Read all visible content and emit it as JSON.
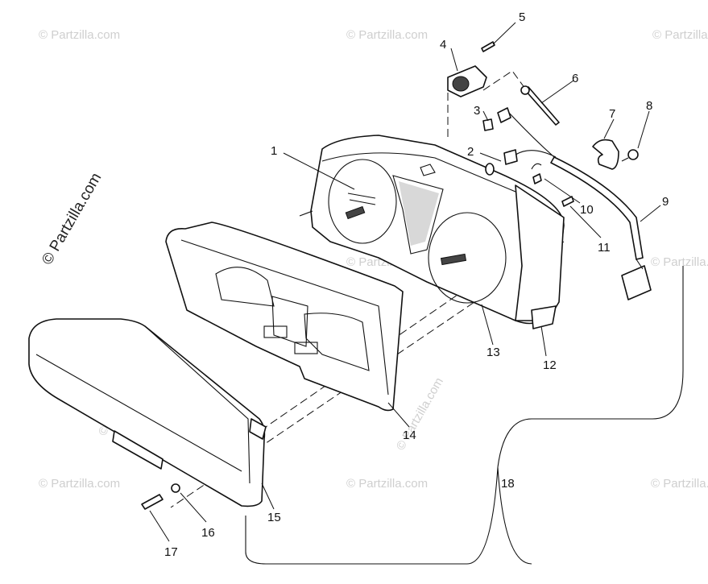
{
  "watermark": {
    "text": "© Partzilla.com",
    "vertical_text": "© Partzilla.com"
  },
  "callouts": [
    {
      "id": "1",
      "label": "1"
    },
    {
      "id": "2",
      "label": "2"
    },
    {
      "id": "3",
      "label": "3"
    },
    {
      "id": "4",
      "label": "4"
    },
    {
      "id": "5",
      "label": "5"
    },
    {
      "id": "6",
      "label": "6"
    },
    {
      "id": "7",
      "label": "7"
    },
    {
      "id": "8",
      "label": "8"
    },
    {
      "id": "9",
      "label": "9"
    },
    {
      "id": "10",
      "label": "10"
    },
    {
      "id": "11",
      "label": "11"
    },
    {
      "id": "12",
      "label": "12"
    },
    {
      "id": "13",
      "label": "13"
    },
    {
      "id": "14",
      "label": "14"
    },
    {
      "id": "15",
      "label": "15"
    },
    {
      "id": "16",
      "label": "16"
    },
    {
      "id": "17",
      "label": "17"
    },
    {
      "id": "18",
      "label": "18"
    }
  ]
}
